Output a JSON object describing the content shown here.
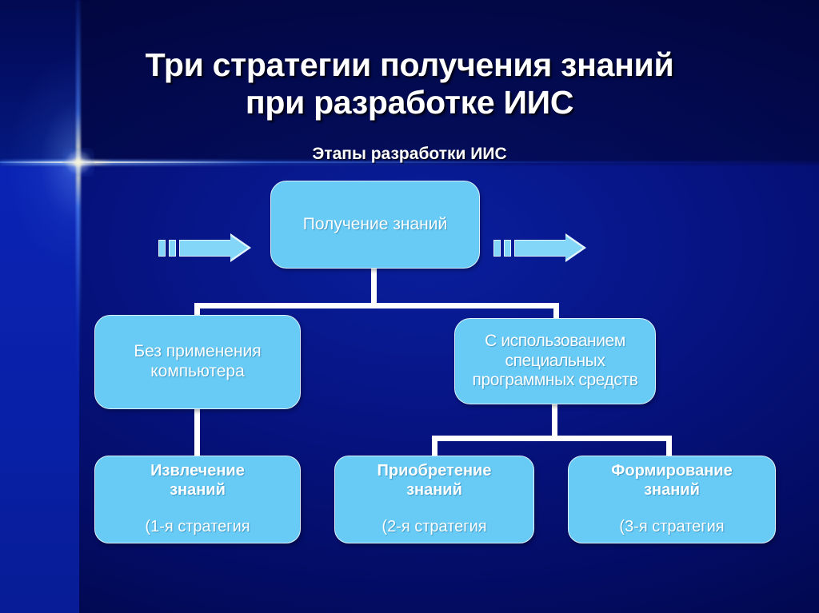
{
  "slide": {
    "title": "Три стратегии получения знаний\nпри разработке ИИС",
    "subtitle": "Этапы разработки ИИС",
    "accent_color": "#67cbf5",
    "background_color": "#001070",
    "text_color": "#ffffff"
  },
  "diagram": {
    "type": "hierarchy",
    "root": {
      "label": "Получение знаний"
    },
    "branches": [
      {
        "label": "Без применения\nкомпьютера"
      },
      {
        "label": "С использованием\nспециальных\nпрограммных средств"
      }
    ],
    "leaves": [
      {
        "title": "Извлечение\nзнаний",
        "note": "(1-я стратегия"
      },
      {
        "title": "Приобретение\nзнаний",
        "note": "(2-я стратегия"
      },
      {
        "title": "Формирование\nзнаний",
        "note": "(3-я стратегия"
      }
    ],
    "arrows": [
      {
        "name": "left-flow-arrow",
        "direction": "right"
      },
      {
        "name": "right-flow-arrow",
        "direction": "right"
      }
    ]
  }
}
